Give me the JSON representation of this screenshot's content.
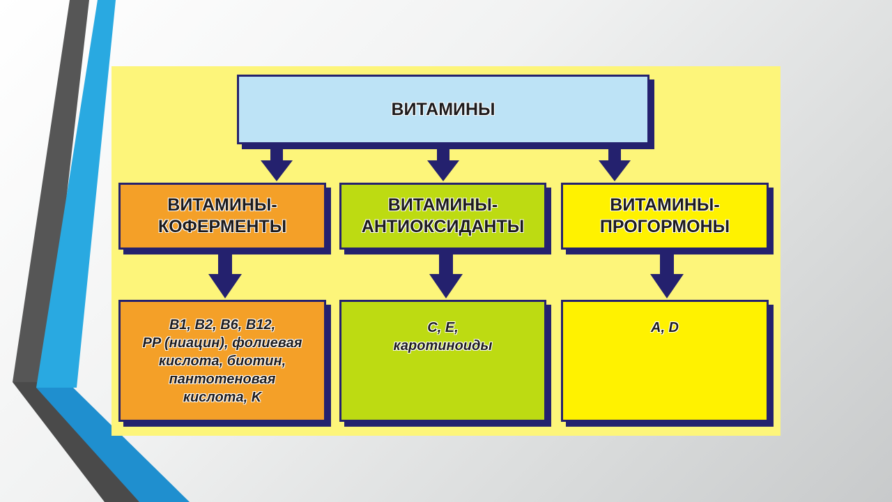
{
  "title": "ВИТАМИНЫ",
  "categories": [
    {
      "label": "ВИТАМИНЫ-\nКОФЕРМЕНТЫ",
      "examples": "B1, B2, B6, B12,\nPP (ниацин), фолиевая\nкислота, биотин,\nпантотеновая\nкислота, K"
    },
    {
      "label": "ВИТАМИНЫ-\nАНТИОКСИДАНТЫ",
      "examples": "C, E,\nкаротиноиды"
    },
    {
      "label": "ВИТАМИНЫ-\nПРОГОРМОНЫ",
      "examples": "A, D"
    }
  ],
  "colors": {
    "panel": "#fdf57a",
    "title_box": "#bde3f6",
    "coenzymes": "#f4a028",
    "antioxidants": "#bddb12",
    "prohormones": "#fff200",
    "arrows_and_borders": "#24216e",
    "accent_blue": "#29a9e1",
    "accent_gray": "#4d4d4d"
  }
}
